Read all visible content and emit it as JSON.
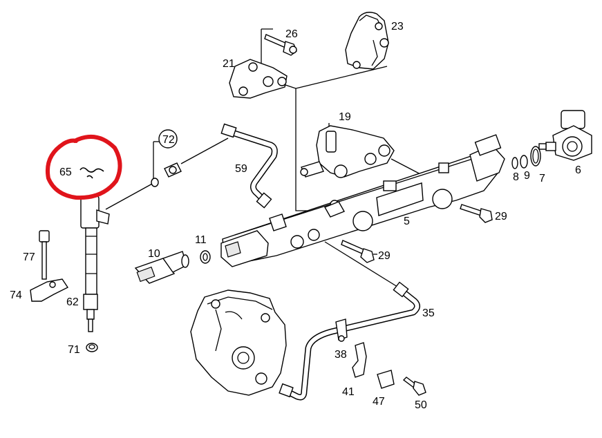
{
  "diagram": {
    "labels": [
      {
        "id": "p26",
        "text": "26"
      },
      {
        "id": "p23",
        "text": "23"
      },
      {
        "id": "p21",
        "text": "21"
      },
      {
        "id": "p19",
        "text": "19"
      },
      {
        "id": "p72",
        "text": "72"
      },
      {
        "id": "p65",
        "text": "65"
      },
      {
        "id": "p59",
        "text": "59"
      },
      {
        "id": "p6",
        "text": "6"
      },
      {
        "id": "p8",
        "text": "8"
      },
      {
        "id": "p9",
        "text": "9"
      },
      {
        "id": "p7",
        "text": "7"
      },
      {
        "id": "p29a",
        "text": "29"
      },
      {
        "id": "p5",
        "text": "5"
      },
      {
        "id": "p29b",
        "text": "29"
      },
      {
        "id": "p77",
        "text": "77"
      },
      {
        "id": "p10",
        "text": "10"
      },
      {
        "id": "p11",
        "text": "11"
      },
      {
        "id": "p74",
        "text": "74"
      },
      {
        "id": "p62",
        "text": "62"
      },
      {
        "id": "p35",
        "text": "35"
      },
      {
        "id": "p71",
        "text": "71"
      },
      {
        "id": "p38",
        "text": "38"
      },
      {
        "id": "p41",
        "text": "41"
      },
      {
        "id": "p47",
        "text": "47"
      },
      {
        "id": "p50",
        "text": "50"
      }
    ],
    "highlight_color": "#e0141b"
  }
}
